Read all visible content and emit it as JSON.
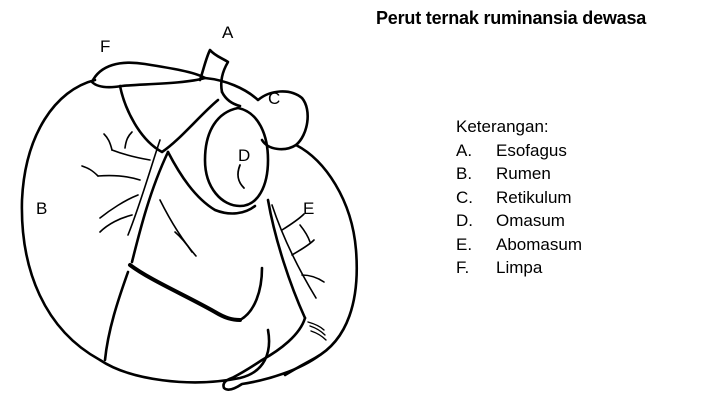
{
  "title": "Perut ternak ruminansia dewasa",
  "legend": {
    "heading": "Keterangan:",
    "items": [
      {
        "letter": "A.",
        "name": "Esofagus"
      },
      {
        "letter": "B.",
        "name": "Rumen"
      },
      {
        "letter": "C.",
        "name": "Retikulum"
      },
      {
        "letter": "D.",
        "name": "Omasum"
      },
      {
        "letter": "E.",
        "name": "Abomasum"
      },
      {
        "letter": "F.",
        "name": "Limpa"
      }
    ]
  },
  "labels": {
    "a": "A",
    "b": "B",
    "c": "C",
    "d": "D",
    "e": "E",
    "f": "F"
  },
  "colors": {
    "ink": "#000000",
    "background": "#ffffff"
  }
}
